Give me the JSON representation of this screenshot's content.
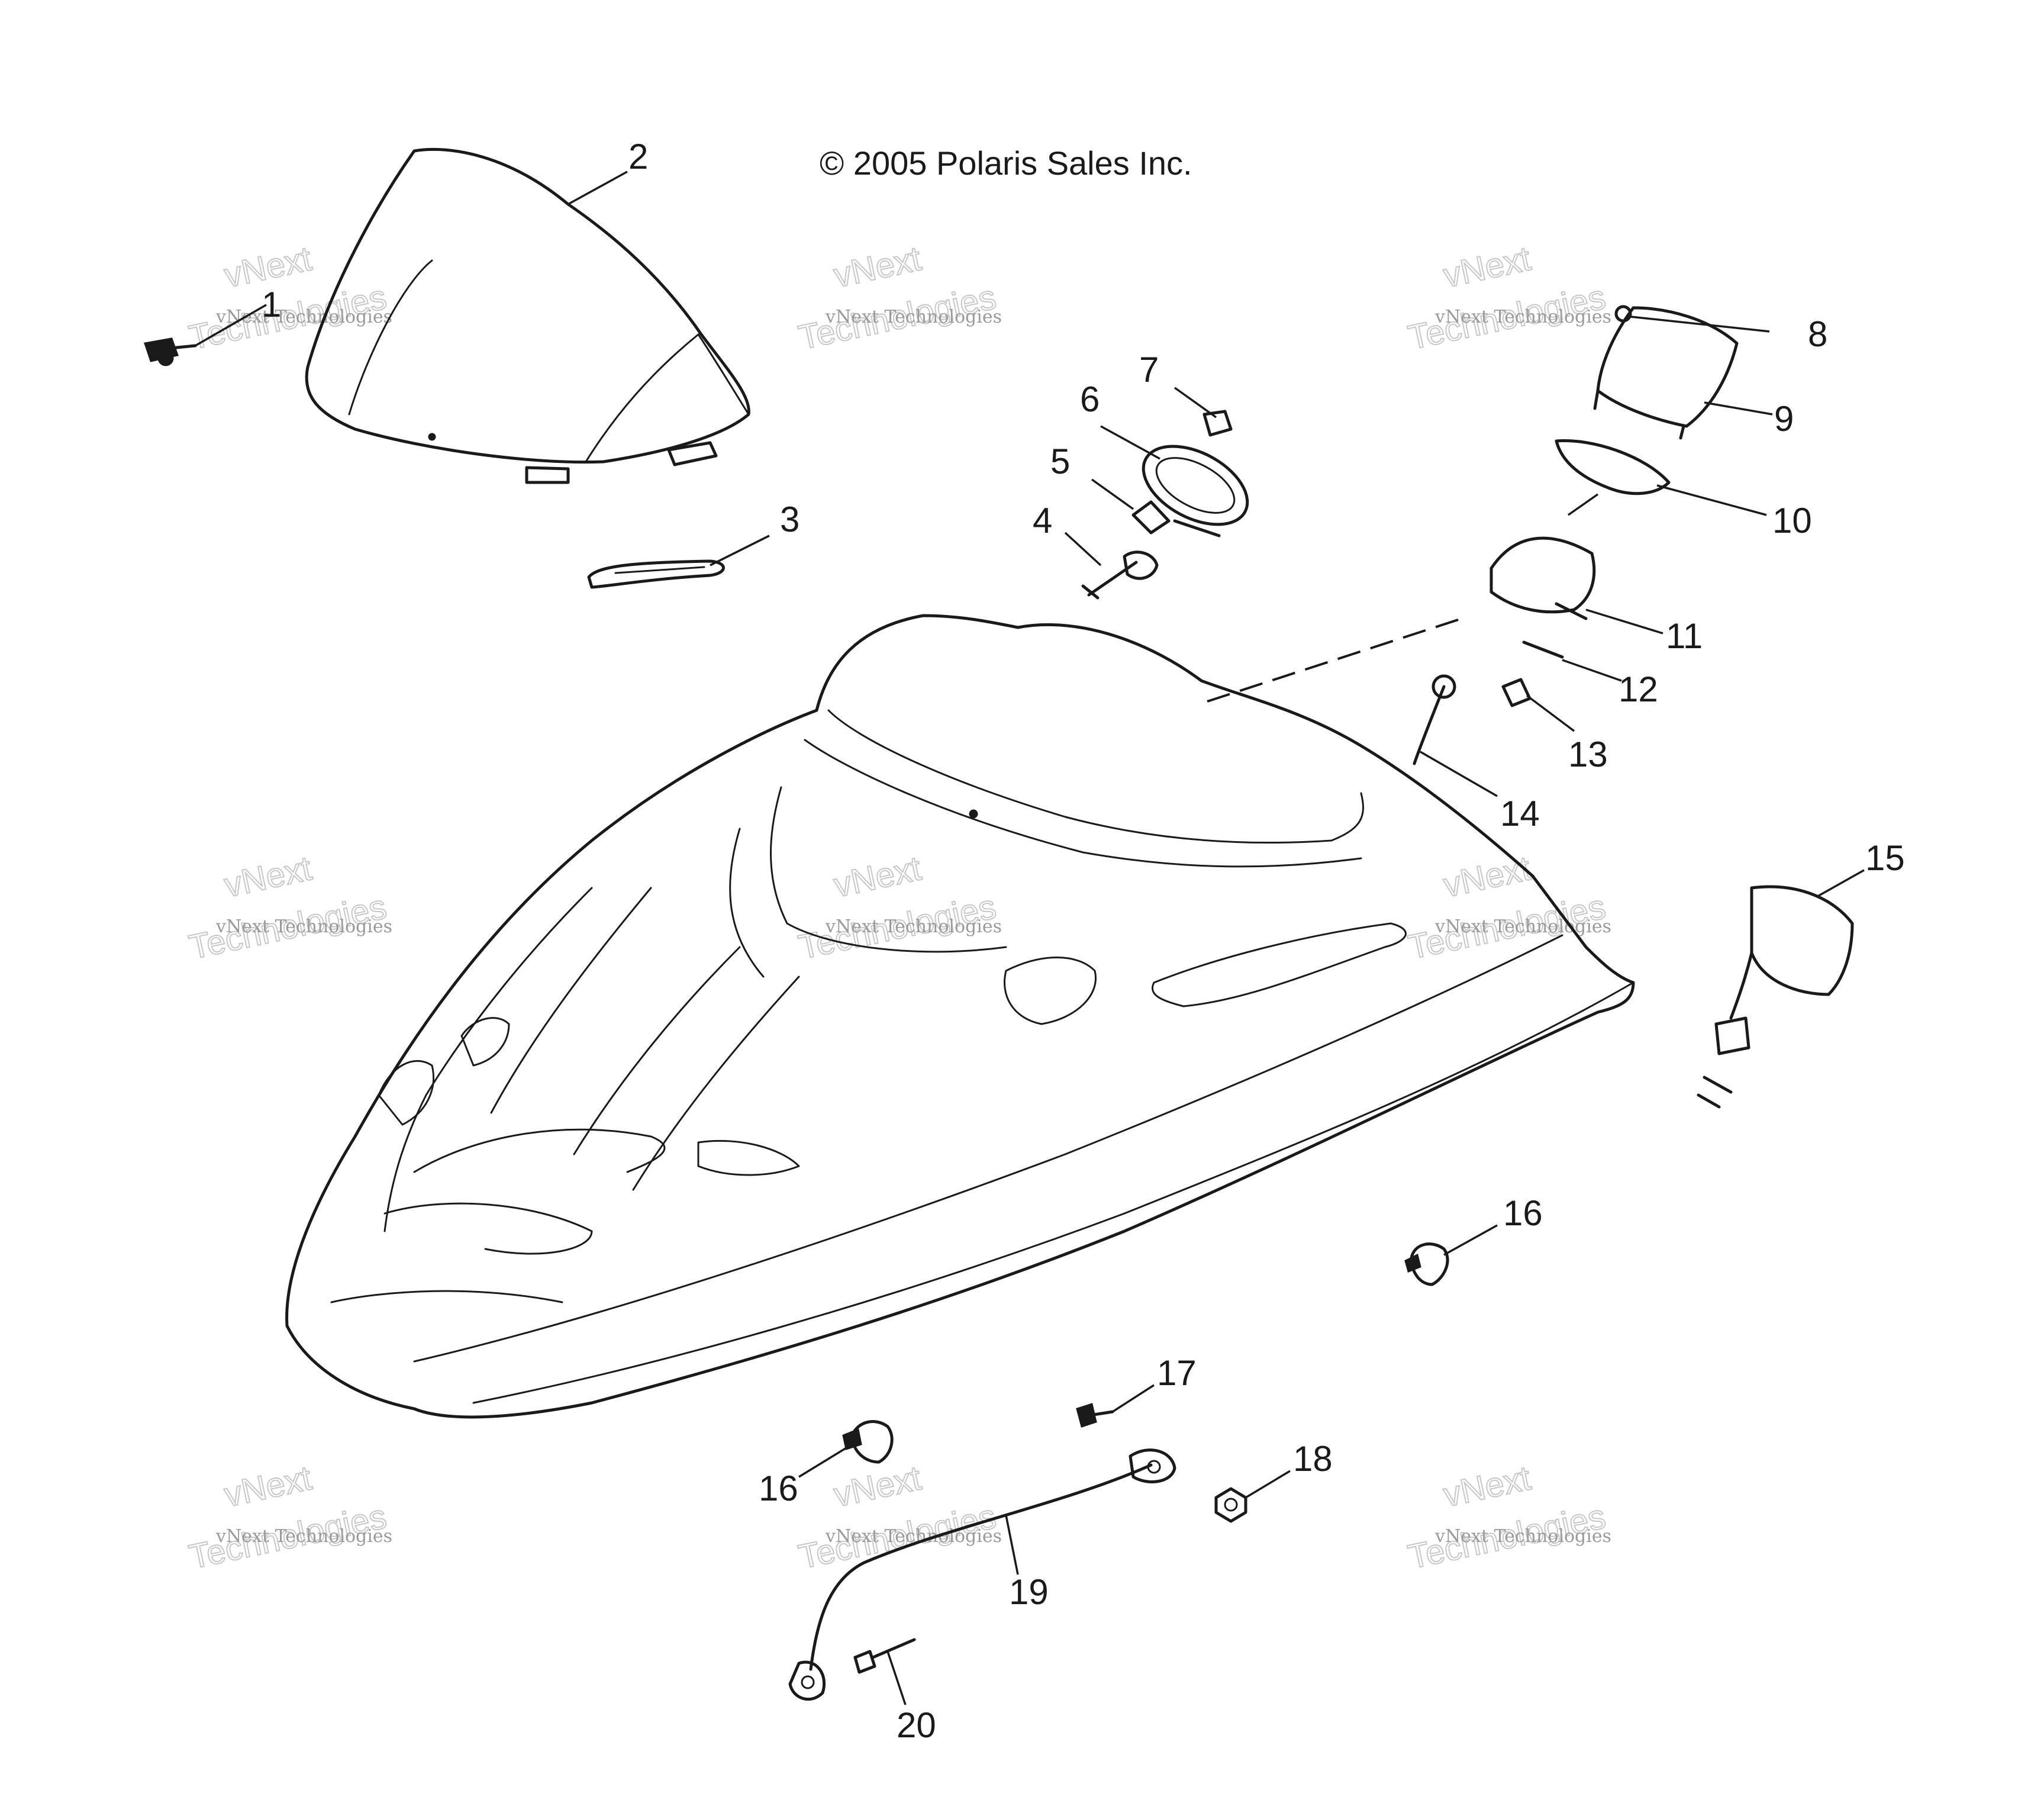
{
  "copyright": "© 2005 Polaris Sales Inc.",
  "watermark": {
    "line1": "vNext",
    "line2": "vNext Technologies",
    "line3": "Technologies"
  },
  "callouts": [
    {
      "id": "1",
      "label": "1"
    },
    {
      "id": "2",
      "label": "2"
    },
    {
      "id": "3",
      "label": "3"
    },
    {
      "id": "4",
      "label": "4"
    },
    {
      "id": "5",
      "label": "5"
    },
    {
      "id": "6",
      "label": "6"
    },
    {
      "id": "7",
      "label": "7"
    },
    {
      "id": "8",
      "label": "8"
    },
    {
      "id": "9",
      "label": "9"
    },
    {
      "id": "10",
      "label": "10"
    },
    {
      "id": "11",
      "label": "11"
    },
    {
      "id": "12",
      "label": "12"
    },
    {
      "id": "13",
      "label": "13"
    },
    {
      "id": "14",
      "label": "14"
    },
    {
      "id": "15",
      "label": "15"
    },
    {
      "id": "16a",
      "label": "16"
    },
    {
      "id": "16b",
      "label": "16"
    },
    {
      "id": "17",
      "label": "17"
    },
    {
      "id": "18",
      "label": "18"
    },
    {
      "id": "19",
      "label": "19"
    },
    {
      "id": "20",
      "label": "20"
    }
  ]
}
